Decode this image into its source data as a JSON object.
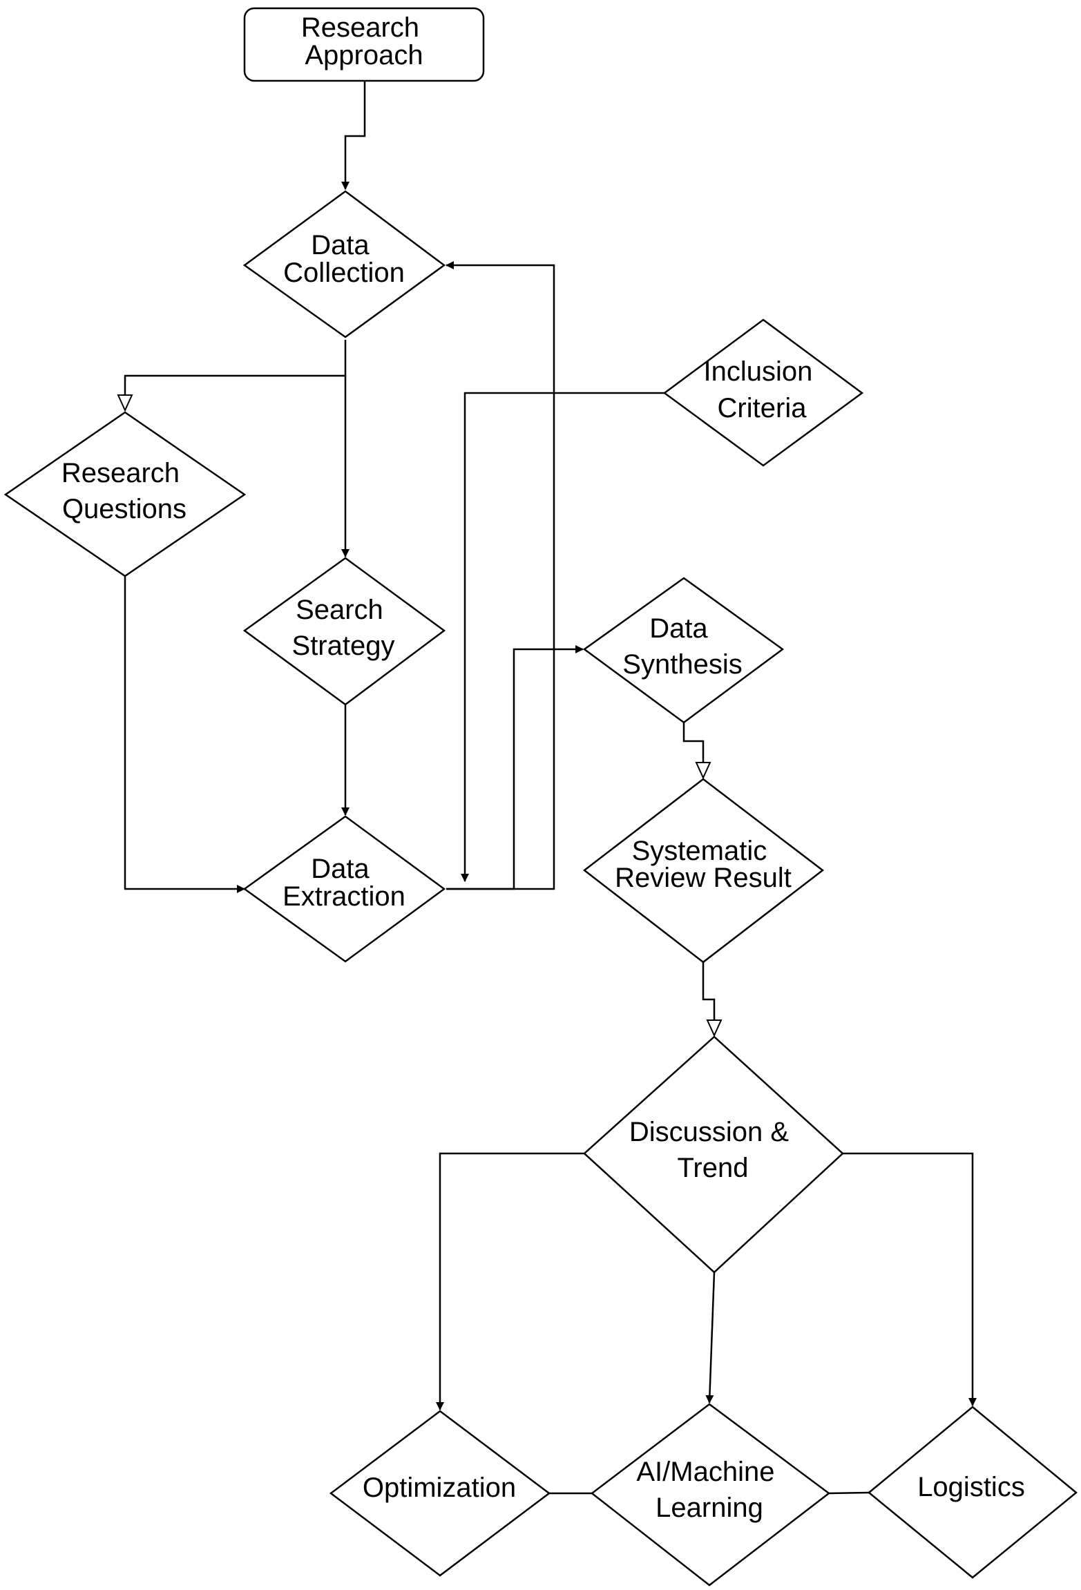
{
  "colors": {
    "stroke": "#000000",
    "fill": "#ffffff",
    "text": "#000000"
  },
  "nodes": {
    "research_approach": {
      "shape": "rounded-rectangle",
      "lines": [
        "Research",
        "Approach"
      ]
    },
    "data_collection": {
      "shape": "diamond",
      "lines": [
        "Data",
        "Collection"
      ]
    },
    "research_questions": {
      "shape": "diamond",
      "lines": [
        "Research",
        "Questions"
      ]
    },
    "search_strategy": {
      "shape": "diamond",
      "lines": [
        "Search",
        "Strategy"
      ]
    },
    "inclusion_criteria": {
      "shape": "diamond",
      "lines": [
        "Inclusion",
        "Criteria"
      ]
    },
    "data_extraction": {
      "shape": "diamond",
      "lines": [
        "Data",
        "Extraction"
      ]
    },
    "data_synthesis": {
      "shape": "diamond",
      "lines": [
        "Data",
        "Synthesis"
      ]
    },
    "systematic_review_result": {
      "shape": "diamond",
      "lines": [
        "Systematic",
        "Review Result"
      ]
    },
    "discussion_trend": {
      "shape": "diamond",
      "lines": [
        "Discussion &",
        "Trend"
      ]
    },
    "optimization": {
      "shape": "diamond",
      "lines": [
        "Optimization"
      ]
    },
    "ai_machine_learning": {
      "shape": "diamond",
      "lines": [
        "AI/Machine",
        "Learning"
      ]
    },
    "logistics": {
      "shape": "diamond",
      "lines": [
        "Logistics"
      ]
    }
  },
  "edges": [
    {
      "from": "research_approach",
      "to": "data_collection",
      "arrow": "filled"
    },
    {
      "from": "data_collection",
      "to": "research_questions",
      "arrow": "hollow"
    },
    {
      "from": "data_collection",
      "to": "search_strategy",
      "arrow": "filled"
    },
    {
      "from": "research_questions",
      "to": "data_extraction",
      "arrow": "filled"
    },
    {
      "from": "search_strategy",
      "to": "data_extraction",
      "arrow": "filled"
    },
    {
      "from": "inclusion_criteria",
      "to": "data_extraction",
      "arrow": "filled"
    },
    {
      "from": "data_extraction",
      "to": "data_collection",
      "arrow": "filled"
    },
    {
      "from": "data_extraction",
      "to": "data_synthesis",
      "arrow": "filled"
    },
    {
      "from": "data_synthesis",
      "to": "systematic_review_result",
      "arrow": "hollow"
    },
    {
      "from": "systematic_review_result",
      "to": "discussion_trend",
      "arrow": "hollow"
    },
    {
      "from": "discussion_trend",
      "to": "optimization",
      "arrow": "filled"
    },
    {
      "from": "discussion_trend",
      "to": "ai_machine_learning",
      "arrow": "filled"
    },
    {
      "from": "discussion_trend",
      "to": "logistics",
      "arrow": "filled"
    },
    {
      "from": "optimization",
      "to": "ai_machine_learning",
      "arrow": "none"
    },
    {
      "from": "ai_machine_learning",
      "to": "logistics",
      "arrow": "none"
    }
  ]
}
